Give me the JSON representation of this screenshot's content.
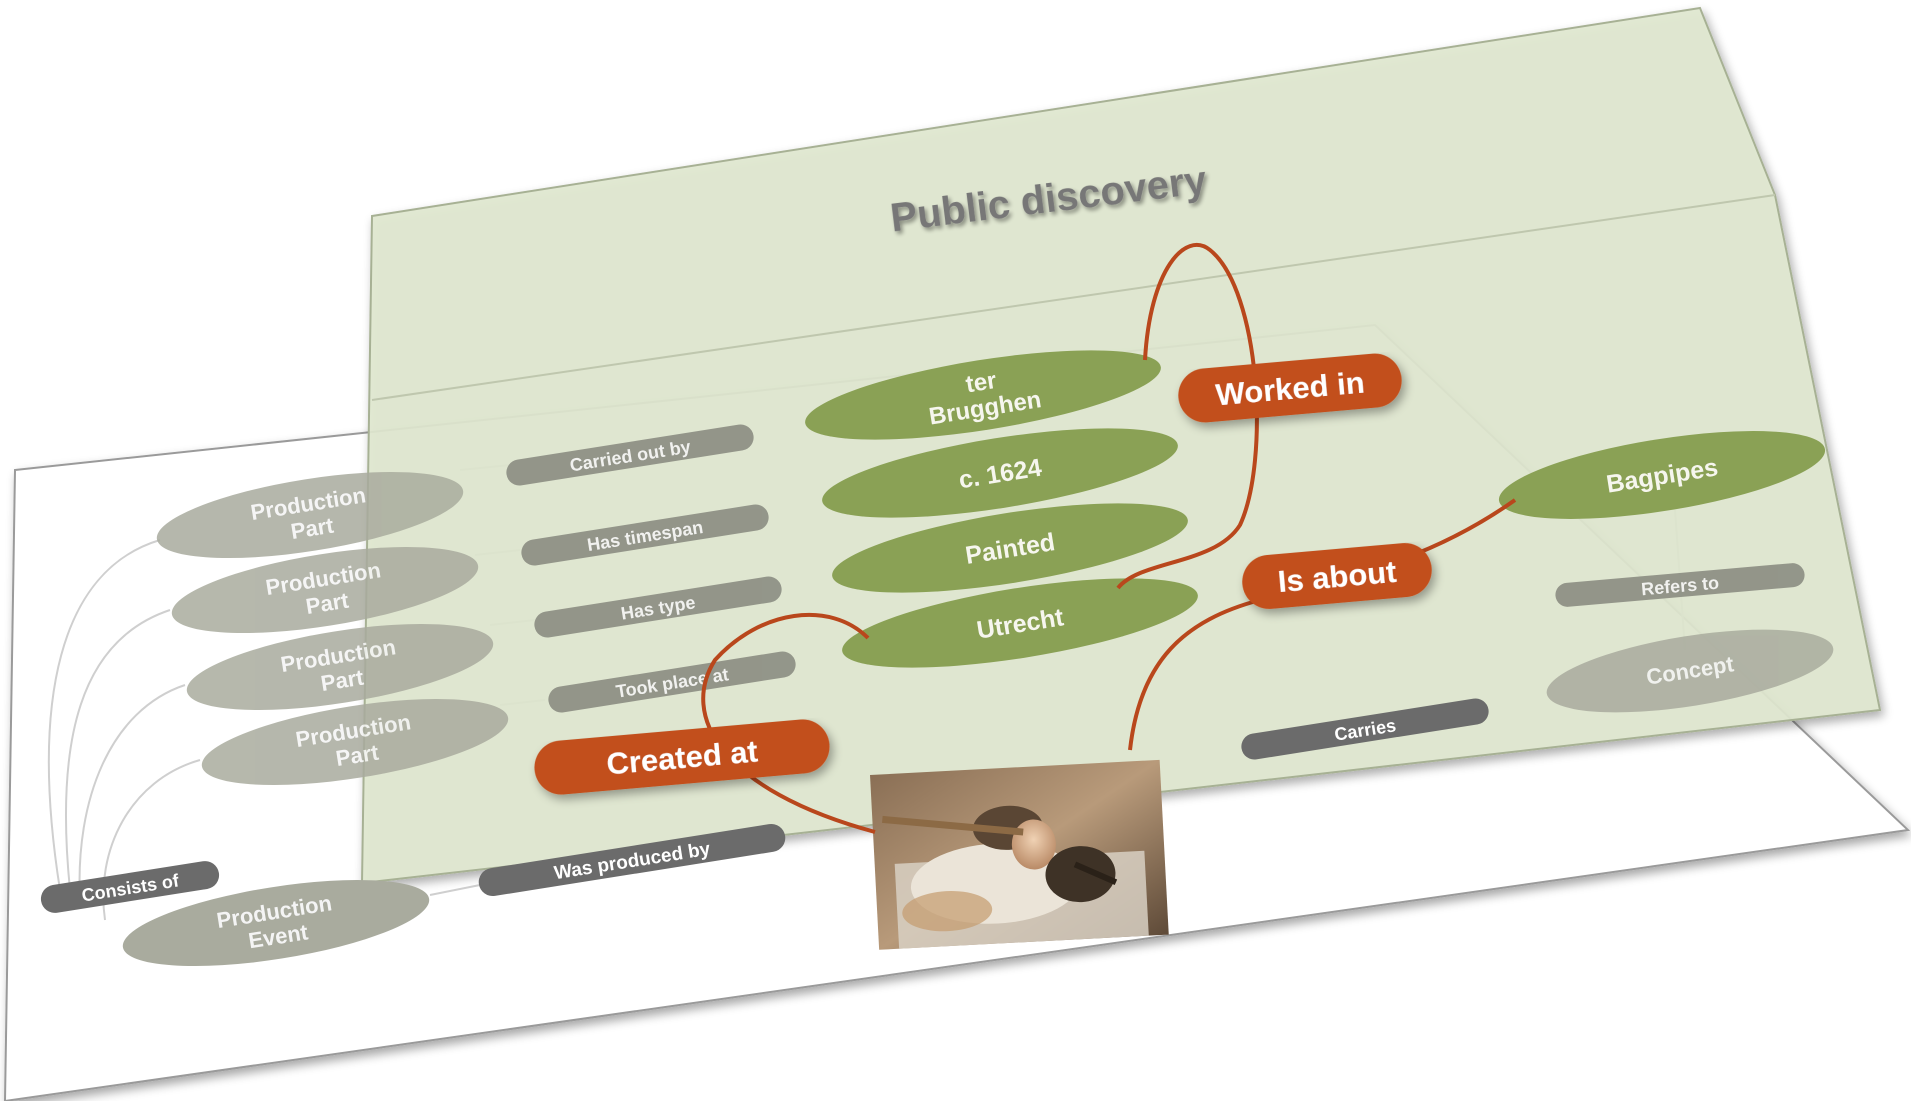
{
  "title": "Public discovery",
  "base_layer": {
    "production_parts": [
      {
        "line1": "Production",
        "line2": "Part"
      },
      {
        "line1": "Production",
        "line2": "Part"
      },
      {
        "line1": "Production",
        "line2": "Part"
      },
      {
        "line1": "Production",
        "line2": "Part"
      }
    ],
    "production_event": {
      "line1": "Production",
      "line2": "Event"
    },
    "concept": "Concept",
    "relations": {
      "consists_of": "Consists of",
      "was_produced_by": "Was produced by",
      "carried_out_by": "Carried out by",
      "has_timespan": "Has timespan",
      "has_type": "Has type",
      "took_place_at": "Took place at",
      "carries": "Carries",
      "refers_to": "Refers to"
    }
  },
  "values": {
    "artist": {
      "line1": "ter",
      "line2": "Brugghen"
    },
    "date": "c. 1624",
    "type": "Painted",
    "place": "Utrecht",
    "subject": "Bagpipes"
  },
  "discovery_links": {
    "worked_in": "Worked in",
    "created_at": "Created at",
    "is_about": "Is about"
  },
  "artwork": {
    "subject": "bagpipe-player-painting"
  },
  "colors": {
    "discovery_plane": "#dfe7cf",
    "value_node": "#8aa155",
    "link_label": "#c24f1c",
    "link_line": "#b9471c",
    "grey_node": "#a9ab9e",
    "dark_label": "#6b6b6b",
    "title_text": "#777777"
  }
}
